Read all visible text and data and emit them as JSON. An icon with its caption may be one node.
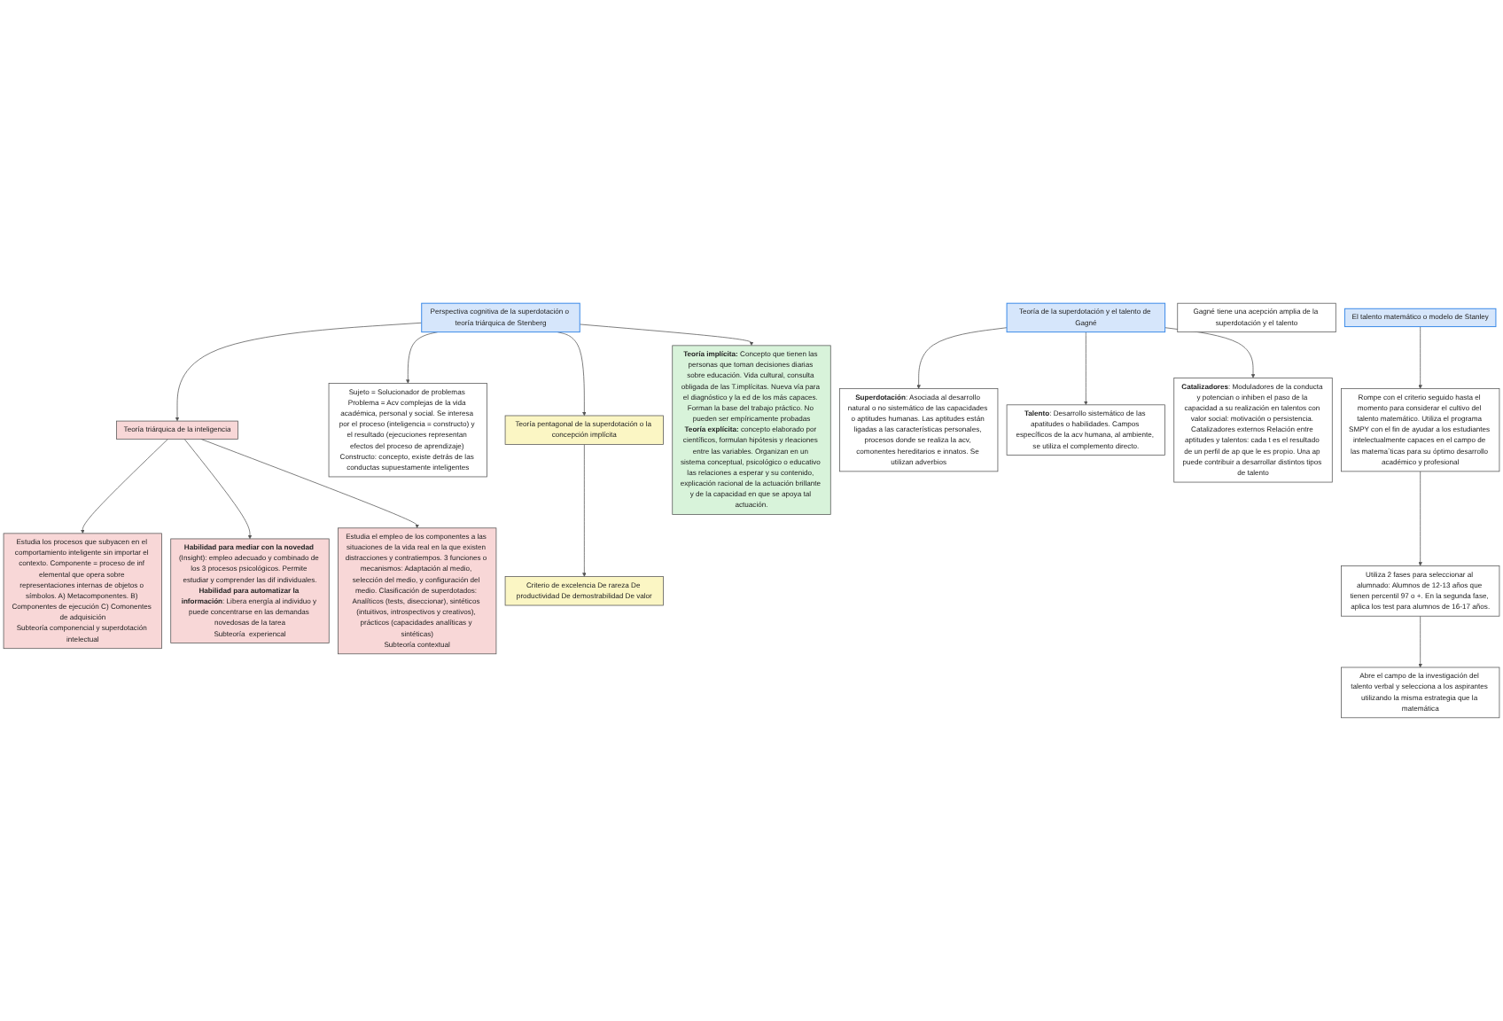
{
  "diagram": {
    "nodes": [
      {
        "text": [
          "Teoría triárquica de la inteligencia"
        ]
      },
      {
        "text": [
          "Perspectiva cognitiva de la superdotación o teoría triárquica de Stenberg"
        ]
      },
      {
        "text": [
          "**Teoría implícita:** Concepto que tienen las personas que toman decisiones diarias sobre educación. Vida cultural, consulta obligada de las T.implícitas. Nueva vía para el diagnóstico y la ed de los más capaces. Forman la base del trabajo práctico. No pueden ser empíricamente probadas",
          "**Teoría explícita:** concepto elaborado por científicos, formulan hipótesis y rleaciones entre las variables. Organizan en un sistema conceptual, psicológico o educativo las relaciones a esperar y su contenido, explicación racional de la actuación brillante y de la capacidad en que se apoya tal actuación."
        ]
      },
      {
        "text": [
          "Estudia los procesos que subyacen en el comportamiento inteligente sin importar el contexto. Componente = proceso de inf elemental que opera sobre representaciones internas de objetos o símbolos. A) Metacomponentes. B) Componentes de ejecución C) Comonentes de adquisición",
          "Subteoría componencial y superdotación intelectual"
        ]
      },
      {
        "text": [
          "**Habilidad para mediar con la novedad** (Insight): empleo adecuado y combinado de los 3 procesos psicológicos. Permite estudiar y comprender las dif individuales.",
          "**Habilidad para automatizar la información**: Libera energía al individuo y puede concentrarse en las demandas novedosas de la tarea",
          "Subteoría  experiencal"
        ]
      },
      {
        "text": [
          "Estudia el empleo de los componentes a las situaciones de la vida real en la que existen distracciones y contratiempos. 3 funciones o mecanismos: Adaptación al medio, selección del medio, y configuración del medio. Clasificación de superdotados: Analíticos (tests, diseccionar), sintéticos (intuitivos, introspectivos y creativos), prácticos (capacidades analíticas y sintéticas)",
          "Subteoría contextual"
        ]
      },
      {
        "text": [
          "Sujeto = Solucionador de problemas Problema = Acv complejas de la vida académica, personal y social. Se interesa por el proceso (inteligencia = constructo) y el resultado (ejecuciones representan efectos del proceso de aprendizaje) Constructo: concepto, existe detrás de las conductas supuestamente inteligentes"
        ]
      },
      {
        "text": [
          "Teoría pentagonal de la superdotación o la concepción implícita"
        ]
      },
      {
        "text": [
          "Criterio de excelencia De rareza De productividad De demostrabilidad De valor"
        ]
      },
      {
        "text": [
          "Teoría de la superdotación y el talento de Gagné"
        ]
      },
      {
        "text": [
          "**Superdotación**: Asociada al desarrollo natural o no sistemático de las capacidades o aptitudes humanas. Las aptitudes están ligadas a las características personales, procesos donde se realiza la acv, comonentes hereditarios e innatos. Se utilizan adverbios"
        ]
      },
      {
        "text": [
          "**Talento**: Desarrollo sistemático de las apatitudes o habilidades. Campos específicos de la acv humana, al ambiente, se utiliza el complemento directo."
        ]
      },
      {
        "text": [
          "**Catalizadores**: Moduladores de la conducta y potencian o inhiben el paso de la capacidad a su realización en talentos con valor social: motivación o persistencia. Catalizadores externos Relación entre aptitudes y talentos: cada t es el resultado de un perfil de ap que le es propio. Una ap puede contribuir a desarrollar distintos tipos de talento"
        ]
      },
      {
        "text": [
          "Gagné tiene una acepción amplia de la superdotación y el talento"
        ]
      },
      {
        "text": [
          "El talento matemático o modelo de Stanley"
        ]
      },
      {
        "text": [
          "Rompe con el criterio seguido hasta el momento para considerar el cultivo del talento matemático. Utiliza el programa SMPY con el fin de ayudar a los estudiantes intelectualmente capaces en el campo de las matema´ticas para su óptimo desarrollo académico y profesional"
        ]
      },
      {
        "text": [
          "Utiliza 2 fases para seleccionar al alumnado: Alumnos de 12-13 años que tienen percentil 97 o +. En la segunda fase, aplica los test para alumnos de 16-17 años."
        ]
      },
      {
        "text": [
          "Abre el campo de la investigación del talento verbal y selecciona a los aspirantes utilizando la misma estrategia que la matemática"
        ]
      }
    ],
    "edges": [
      {
        "from": 1,
        "to": 0,
        "arrow": "to"
      },
      {
        "from": 1,
        "to": 6,
        "arrow": "to"
      },
      {
        "from": 1,
        "to": 7,
        "arrow": "to"
      },
      {
        "from": 1,
        "to": 2,
        "arrow": "to"
      },
      {
        "from": 0,
        "to": 3,
        "arrow": "to"
      },
      {
        "from": 0,
        "to": 4,
        "arrow": "to"
      },
      {
        "from": 0,
        "to": 5,
        "arrow": "to"
      },
      {
        "from": 7,
        "to": 8,
        "arrow": "to"
      },
      {
        "from": 9,
        "to": 10,
        "arrow": "to"
      },
      {
        "from": 9,
        "to": 11,
        "arrow": "to"
      },
      {
        "from": 9,
        "to": 12,
        "arrow": "to"
      },
      {
        "from": 14,
        "to": 15,
        "arrow": "to"
      },
      {
        "from": 15,
        "to": 16,
        "arrow": "to"
      },
      {
        "from": 16,
        "to": 17,
        "arrow": "to"
      }
    ]
  }
}
